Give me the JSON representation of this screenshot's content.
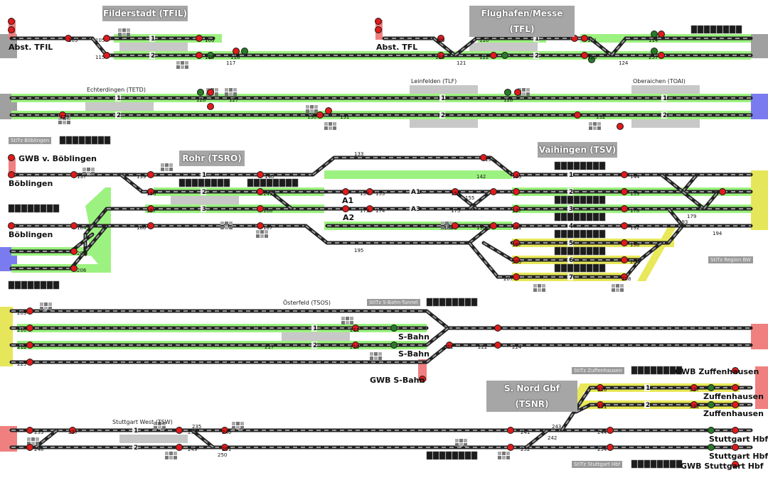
{
  "colors": {
    "track": "#222222",
    "track_dash": "#9a9a9a",
    "route_set": "#9cf280",
    "route_yellow": "#e8e85a",
    "signal_red": "#e01b1b",
    "signal_green": "#2a7a2a",
    "platform": "#c8c8c8",
    "edge_grey": "#a0a0a0",
    "edge_blue": "#7b7bf0",
    "edge_yellow": "#e6e65a",
    "edge_pink": "#f08080",
    "header_bg": "#a6a6a6"
  },
  "station_headers": {
    "tfil": "Filderstadt (TFIL)",
    "tfl": "Flughafen/Messe (TFL)",
    "tsro": "Rohr (TSRO)",
    "tsv": "Vaihingen (TSV)",
    "tsnr": "S. Nord Gbf (TSNR)"
  },
  "labels": {
    "abst_tfil": "Abst. TFIL",
    "abst_tfl": "Abst. TFL",
    "gwb_boeblingen": "GWB v. Böblingen",
    "boeblingen_1": "Böblingen",
    "boeblingen_2": "Böblingen",
    "a1": "A1",
    "a2": "A2",
    "gwb_sbahn": "GWB S-Bahn",
    "sbahn_1": "S-Bahn",
    "sbahn_2": "S-Bahn",
    "gwb_zuffenhausen": "GWB Zuffenhausen",
    "zuffenhausen_1": "Zuffenhausen",
    "zuffenhausen_2": "Zuffenhausen",
    "stuttgart_hbf_1": "Stuttgart Hbf",
    "stuttgart_hbf_2": "Stuttgart Hbf",
    "gwb_stuttgart_hbf": "GWB Stuttgart Hbf"
  },
  "platforms": {
    "echterdingen": "Echterdingen (TETD)",
    "leinfelden": "Leinfelden (TLF)",
    "oberaichen": "Oberaichen (TOAI)",
    "osterfeld": "Österfeld (TSOS)",
    "stuttgart_west": "Stuttgart West (TSW)"
  },
  "stitz": {
    "boeblingen": "StiTz Böblingen",
    "region_bw": "StiTz Region BW",
    "sbahn_tunnel": "StiTz S-Bahn-Tunnel",
    "zuffenhausen": "StiTz Zuffenhausen",
    "stuttgart_hbf": "StiTz Stuttgart Hbf"
  },
  "track_numbers": {
    "tfil_1": "1",
    "tfil_2": "2",
    "tfl_1": "1",
    "tfl_2": "2",
    "tetd_1": "1",
    "tetd_2": "2",
    "tlf_1": "1",
    "tlf_2": "2",
    "toai_1": "1",
    "toai_2": "2",
    "tsro_1": "1",
    "tsro_2": "2",
    "tsro_3": "3",
    "tsv_1": "1",
    "tsv_2": "2",
    "tsv_3": "3",
    "tsv_4": "4",
    "tsv_5": "5",
    "tsv_6": "6",
    "tsv_7": "7",
    "tsos_1": "1",
    "tsos_2": "2",
    "tsw_1": "1",
    "tsw_2": "2",
    "tsnr_1": "1",
    "tsnr_2": "2",
    "a1_track": "A1",
    "a2_track": "A3"
  },
  "signal_ids": [
    {
      "id": "sig-103",
      "text": "103"
    },
    {
      "id": "sig-105",
      "text": "105"
    },
    {
      "id": "sig-106",
      "text": "106"
    },
    {
      "id": "sig-115",
      "text": "115"
    },
    {
      "id": "sig-116",
      "text": "116"
    },
    {
      "id": "sig-117",
      "text": "117"
    },
    {
      "id": "sig-118",
      "text": "118"
    },
    {
      "id": "sig-109",
      "text": "109"
    },
    {
      "id": "sig-119",
      "text": "119"
    },
    {
      "id": "sig-121",
      "text": "121"
    },
    {
      "id": "sig-110",
      "text": "110"
    },
    {
      "id": "sig-111",
      "text": "111"
    },
    {
      "id": "sig-122",
      "text": "122"
    },
    {
      "id": "sig-123",
      "text": "123"
    },
    {
      "id": "sig-114",
      "text": "114"
    },
    {
      "id": "sig-124",
      "text": "124"
    },
    {
      "id": "sig-257",
      "text": "257"
    },
    {
      "id": "sig-126",
      "text": "126"
    },
    {
      "id": "sig-127",
      "text": "127"
    },
    {
      "id": "sig-128",
      "text": "128"
    },
    {
      "id": "sig-129",
      "text": "129"
    },
    {
      "id": "sig-130",
      "text": "130"
    },
    {
      "id": "sig-131",
      "text": "131"
    },
    {
      "id": "sig-132",
      "text": "132"
    },
    {
      "id": "sig-137",
      "text": "137"
    },
    {
      "id": "sig-139",
      "text": "139"
    },
    {
      "id": "sig-140",
      "text": "140"
    },
    {
      "id": "sig-133",
      "text": "133"
    },
    {
      "id": "sig-134",
      "text": "134"
    },
    {
      "id": "sig-142",
      "text": "142"
    },
    {
      "id": "sig-143",
      "text": "143"
    },
    {
      "id": "sig-144",
      "text": "144"
    },
    {
      "id": "sig-148",
      "text": "148"
    },
    {
      "id": "sig-149",
      "text": "149"
    },
    {
      "id": "sig-154",
      "text": "154"
    },
    {
      "id": "sig-153",
      "text": "153"
    },
    {
      "id": "sig-156",
      "text": "156"
    },
    {
      "id": "sig-155",
      "text": "155"
    },
    {
      "id": "sig-159",
      "text": "159"
    },
    {
      "id": "sig-167",
      "text": "167"
    },
    {
      "id": "sig-168",
      "text": "168"
    },
    {
      "id": "sig-173",
      "text": "173"
    },
    {
      "id": "sig-174",
      "text": "174"
    },
    {
      "id": "sig-175",
      "text": "175"
    },
    {
      "id": "sig-177",
      "text": "177"
    },
    {
      "id": "sig-178",
      "text": "178"
    },
    {
      "id": "sig-179",
      "text": "179"
    },
    {
      "id": "sig-184",
      "text": "184"
    },
    {
      "id": "sig-186",
      "text": "186"
    },
    {
      "id": "sig-187",
      "text": "187"
    },
    {
      "id": "sig-189",
      "text": "189"
    },
    {
      "id": "sig-190",
      "text": "190"
    },
    {
      "id": "sig-191",
      "text": "191"
    },
    {
      "id": "sig-192",
      "text": "192"
    },
    {
      "id": "sig-193",
      "text": "193"
    },
    {
      "id": "sig-194",
      "text": "194"
    },
    {
      "id": "sig-195",
      "text": "195"
    },
    {
      "id": "sig-197",
      "text": "197"
    },
    {
      "id": "sig-198",
      "text": "198"
    },
    {
      "id": "sig-200",
      "text": "200"
    },
    {
      "id": "sig-203",
      "text": "203"
    },
    {
      "id": "sig-204",
      "text": "204"
    },
    {
      "id": "sig-206",
      "text": "206"
    },
    {
      "id": "sig-207",
      "text": "207"
    },
    {
      "id": "sig-208",
      "text": "208"
    },
    {
      "id": "sig-209",
      "text": "209"
    },
    {
      "id": "sig-210",
      "text": "210"
    },
    {
      "id": "sig-211",
      "text": "211"
    },
    {
      "id": "sig-215",
      "text": "215"
    },
    {
      "id": "sig-216",
      "text": "216"
    },
    {
      "id": "sig-217",
      "text": "217"
    },
    {
      "id": "sig-218",
      "text": "218"
    },
    {
      "id": "sig-221",
      "text": "221"
    },
    {
      "id": "sig-222",
      "text": "222"
    },
    {
      "id": "sig-224",
      "text": "224"
    },
    {
      "id": "sig-225",
      "text": "225"
    },
    {
      "id": "sig-226",
      "text": "226"
    },
    {
      "id": "sig-227",
      "text": "227"
    },
    {
      "id": "sig-231",
      "text": "231"
    },
    {
      "id": "sig-232",
      "text": "232"
    },
    {
      "id": "sig-233",
      "text": "233"
    },
    {
      "id": "sig-235",
      "text": "235"
    },
    {
      "id": "sig-237",
      "text": "237"
    },
    {
      "id": "sig-238",
      "text": "238"
    },
    {
      "id": "sig-241",
      "text": "241"
    },
    {
      "id": "sig-242",
      "text": "242"
    },
    {
      "id": "sig-243",
      "text": "243"
    },
    {
      "id": "sig-244",
      "text": "244"
    },
    {
      "id": "sig-246",
      "text": "246"
    },
    {
      "id": "sig-248",
      "text": "248"
    },
    {
      "id": "sig-249",
      "text": "249"
    },
    {
      "id": "sig-250",
      "text": "250"
    },
    {
      "id": "sig-251",
      "text": "251"
    },
    {
      "id": "sig-252",
      "text": "252"
    },
    {
      "id": "sig-254",
      "text": "254"
    }
  ]
}
